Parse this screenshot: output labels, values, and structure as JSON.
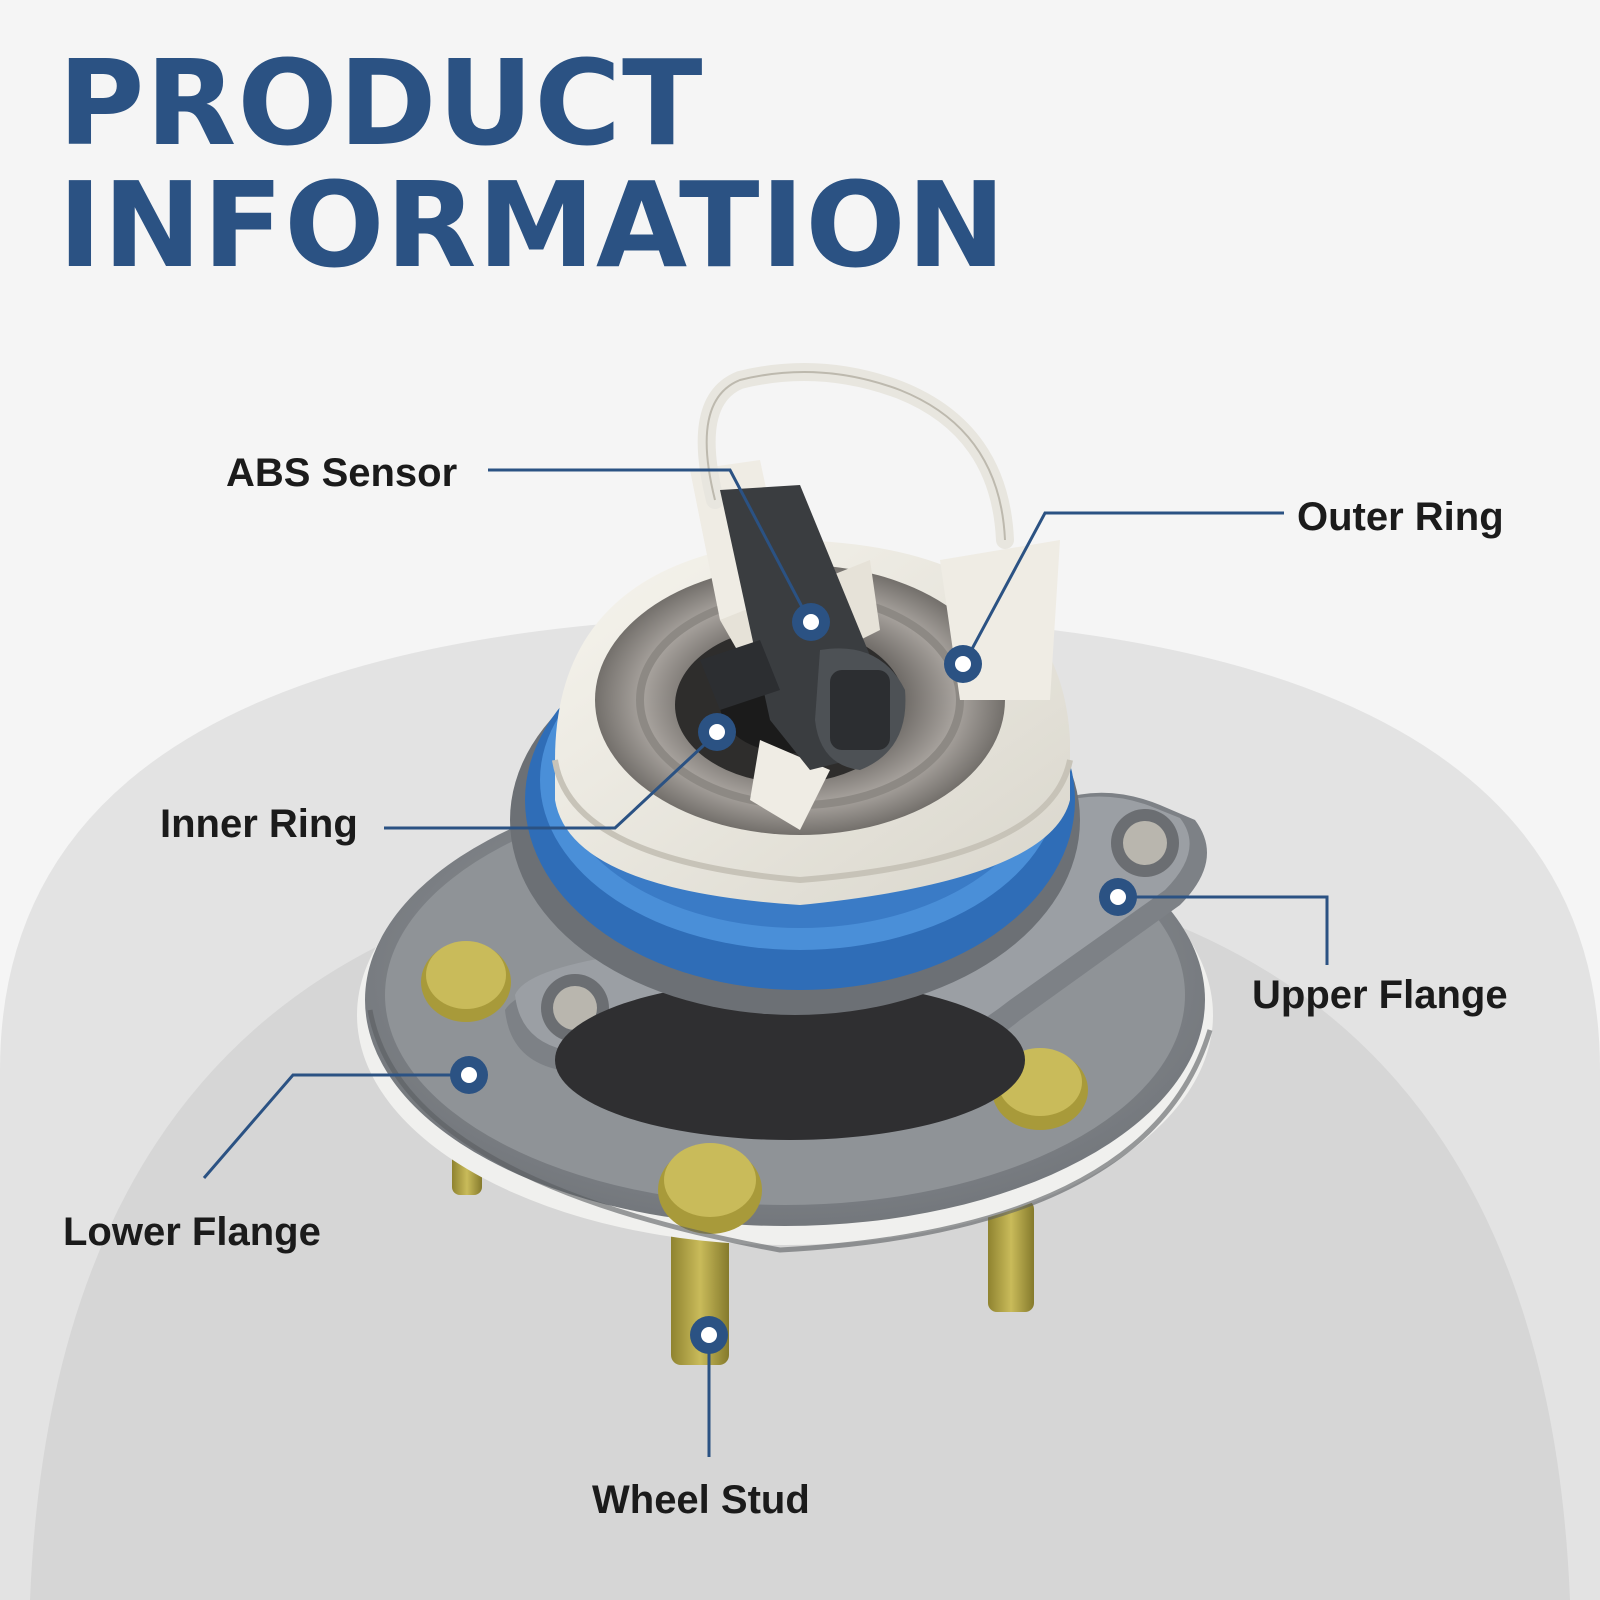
{
  "header": {
    "title_line1": "PRODUCT",
    "title_line2": "INFORMATION"
  },
  "product": {
    "image_subject": "wheel-hub-bearing-assembly"
  },
  "callouts": {
    "abs_sensor": "ABS Sensor",
    "outer_ring": "Outer Ring",
    "inner_ring": "Inner Ring",
    "upper_flange": "Upper Flange",
    "lower_flange": "Lower Flange",
    "wheel_stud": "Wheel Stud"
  },
  "colors": {
    "title": "#2b5283",
    "callout_line": "#2b5283",
    "label_text": "#1b1b1b",
    "background": "#f5f5f5",
    "backdrop_arc": "#d9d9d9"
  }
}
